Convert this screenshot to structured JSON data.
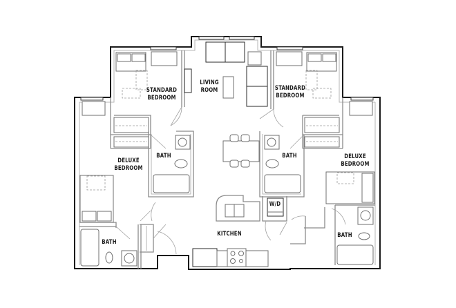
{
  "floor_plan": {
    "rooms": {
      "living_room": {
        "line1": "LIVING",
        "line2": "ROOM"
      },
      "standard_bedroom_left": {
        "line1": "STANDARD",
        "line2": "BEDROOM"
      },
      "standard_bedroom_right": {
        "line1": "STANDARD",
        "line2": "BEDROOM"
      },
      "deluxe_bedroom_left": {
        "line1": "DELUXE",
        "line2": "BEDROOM"
      },
      "deluxe_bedroom_right": {
        "line1": "DELUXE",
        "line2": "BEDROOM"
      },
      "bath_left_upper": {
        "label": "BATH"
      },
      "bath_right_upper": {
        "label": "BATH"
      },
      "bath_left_lower": {
        "label": "BATH"
      },
      "bath_right_lower": {
        "label": "BATH"
      },
      "kitchen": {
        "label": "KITCHEN"
      },
      "laundry": {
        "label": "W/D"
      }
    },
    "colors": {
      "wall": "#1a1a1a",
      "interior": "#8a8a8a",
      "background": "#ffffff"
    }
  }
}
